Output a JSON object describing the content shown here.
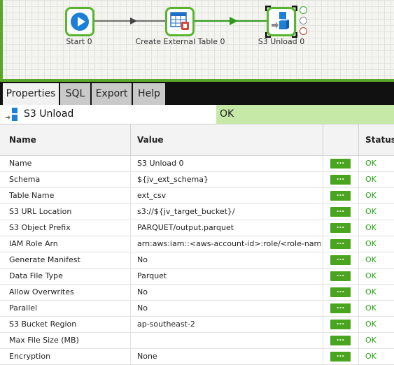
{
  "canvas": {
    "nodes": [
      {
        "label": "Start 0"
      },
      {
        "label": "Create External Table 0"
      },
      {
        "label": "S3 Unload 0"
      }
    ],
    "colors": {
      "border": "#58b52d",
      "start_icon": "#1b7fd8"
    }
  },
  "tabs": [
    {
      "label": "Properties",
      "active": true
    },
    {
      "label": "SQL"
    },
    {
      "label": "Export"
    },
    {
      "label": "Help"
    }
  ],
  "component": {
    "name": "S3 Unload",
    "status": "OK"
  },
  "table": {
    "headers": {
      "name": "Name",
      "value": "Value",
      "status": "Status"
    },
    "edit_label": "...",
    "rows": [
      {
        "name": "Name",
        "value": "S3 Unload 0",
        "status": "OK"
      },
      {
        "name": "Schema",
        "value": "${jv_ext_schema}",
        "status": "OK"
      },
      {
        "name": "Table Name",
        "value": "ext_csv",
        "status": "OK"
      },
      {
        "name": "S3 URL Location",
        "value": "s3://${jv_target_bucket}/",
        "status": "OK"
      },
      {
        "name": "S3 Object Prefix",
        "value": "PARQUET/output.parquet",
        "status": "OK"
      },
      {
        "name": "IAM Role Arn",
        "value": "arn:aws:iam::<aws-account-id>:role/<role-name>",
        "status": "OK"
      },
      {
        "name": "Generate Manifest",
        "value": "No",
        "status": "OK"
      },
      {
        "name": "Data File Type",
        "value": "Parquet",
        "status": "OK"
      },
      {
        "name": "Allow Overwrites",
        "value": "No",
        "status": "OK"
      },
      {
        "name": "Parallel",
        "value": "No",
        "status": "OK"
      },
      {
        "name": "S3 Bucket Region",
        "value": "ap-southeast-2",
        "status": "OK"
      },
      {
        "name": "Max File Size (MB)",
        "value": "",
        "status": "OK"
      },
      {
        "name": "Encryption",
        "value": "None",
        "status": "OK"
      }
    ]
  },
  "colors": {
    "accent": "#5aa62a",
    "ok_text": "#2aa01a",
    "ok_bg": "#c7e9a7",
    "tab_bar": "#111111"
  }
}
